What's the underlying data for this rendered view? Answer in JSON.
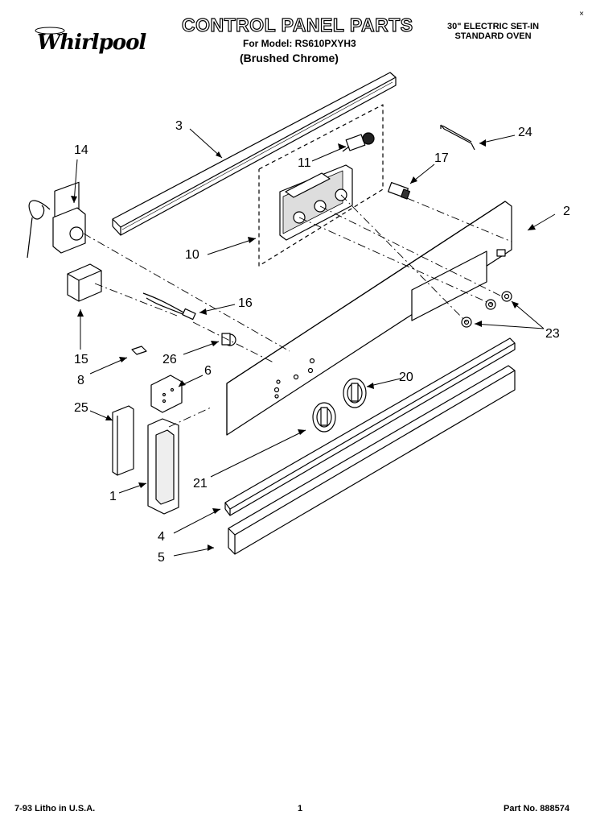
{
  "header": {
    "brand": "Whirlpool",
    "title": "CONTROL PANEL PARTS",
    "model_line": "For Model: RS610PXYH3",
    "finish": "(Brushed Chrome)",
    "desc_line1": "30\" ELECTRIC SET-IN",
    "desc_line2": "STANDARD OVEN",
    "corner_mark": "×"
  },
  "callouts": {
    "c1": "1",
    "c2": "2",
    "c3": "3",
    "c4": "4",
    "c5": "5",
    "c6": "6",
    "c8": "8",
    "c10": "10",
    "c11": "11",
    "c14": "14",
    "c15": "15",
    "c16": "16",
    "c17": "17",
    "c20": "20",
    "c21": "21",
    "c23": "23",
    "c24": "24",
    "c25": "25",
    "c26": "26"
  },
  "footer": {
    "left": "7-93 Litho in U.S.A.",
    "center": "1",
    "right": "Part No. 888574"
  }
}
